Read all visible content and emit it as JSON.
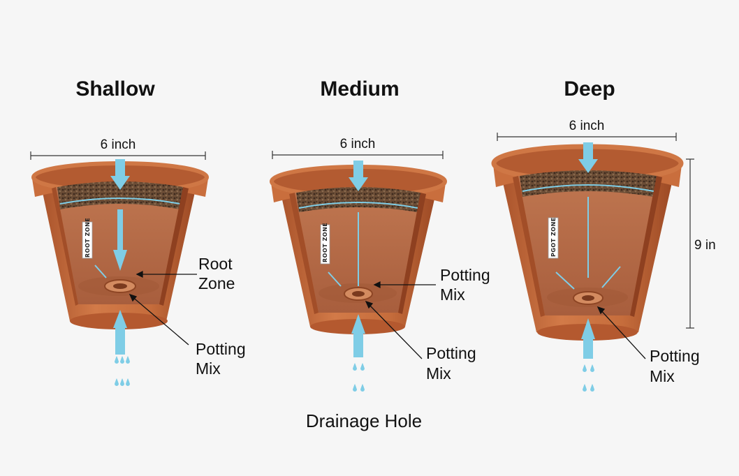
{
  "pots": [
    {
      "title": "Shallow",
      "width_label": "6 inch",
      "root_zone_tag": "ROOT ZONE",
      "labels": [
        "Root",
        "Zone",
        "Potting",
        "Mix"
      ]
    },
    {
      "title": "Medium",
      "width_label": "6 inch",
      "root_zone_tag": "ROOT ZONE",
      "labels": [
        "Potting",
        "Mix",
        "Potting",
        "Mix"
      ]
    },
    {
      "title": "Deep",
      "width_label": "6 inch",
      "height_label": "9 in",
      "root_zone_tag": "PGOT ZONE",
      "labels": [
        "Potting",
        "Mix"
      ]
    }
  ],
  "caption": "Drainage Hole",
  "colors": {
    "terracotta": "#c8693a",
    "terracotta_dark": "#9e4a26",
    "soil": "#b56a45",
    "gravel": "#5a4230",
    "water": "#7fcde6"
  }
}
